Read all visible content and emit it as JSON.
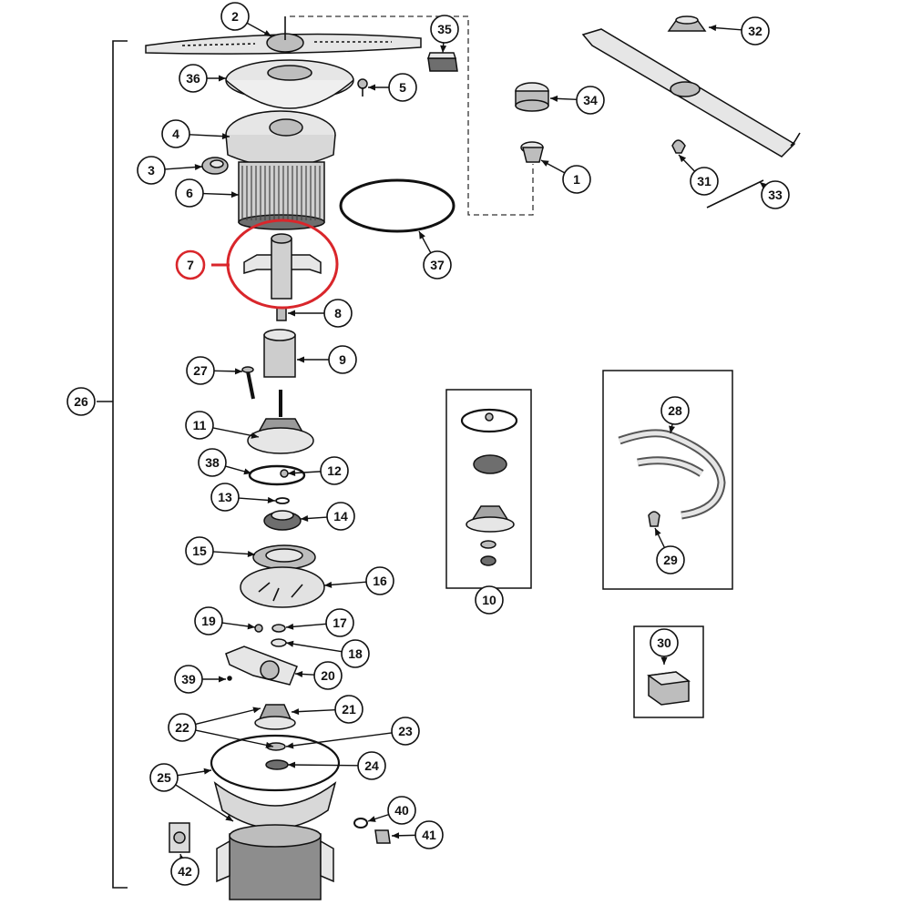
{
  "diagram": {
    "highlight_color": "#d9262b",
    "line_color": "#111111",
    "callouts": [
      {
        "id": "c1",
        "label": "1"
      },
      {
        "id": "c2",
        "label": "2"
      },
      {
        "id": "c3",
        "label": "3"
      },
      {
        "id": "c4",
        "label": "4"
      },
      {
        "id": "c5",
        "label": "5"
      },
      {
        "id": "c6",
        "label": "6"
      },
      {
        "id": "c7",
        "label": "7",
        "highlighted": true
      },
      {
        "id": "c8",
        "label": "8"
      },
      {
        "id": "c9",
        "label": "9"
      },
      {
        "id": "c10",
        "label": "10"
      },
      {
        "id": "c11",
        "label": "11"
      },
      {
        "id": "c12",
        "label": "12"
      },
      {
        "id": "c13",
        "label": "13"
      },
      {
        "id": "c14",
        "label": "14"
      },
      {
        "id": "c15",
        "label": "15"
      },
      {
        "id": "c16",
        "label": "16"
      },
      {
        "id": "c17",
        "label": "17"
      },
      {
        "id": "c18",
        "label": "18"
      },
      {
        "id": "c19",
        "label": "19"
      },
      {
        "id": "c20",
        "label": "20"
      },
      {
        "id": "c21",
        "label": "21"
      },
      {
        "id": "c22",
        "label": "22"
      },
      {
        "id": "c23",
        "label": "23"
      },
      {
        "id": "c24",
        "label": "24"
      },
      {
        "id": "c25",
        "label": "25"
      },
      {
        "id": "c26",
        "label": "26"
      },
      {
        "id": "c27",
        "label": "27"
      },
      {
        "id": "c28",
        "label": "28"
      },
      {
        "id": "c29",
        "label": "29"
      },
      {
        "id": "c30",
        "label": "30"
      },
      {
        "id": "c31",
        "label": "31"
      },
      {
        "id": "c32",
        "label": "32"
      },
      {
        "id": "c33",
        "label": "33"
      },
      {
        "id": "c34",
        "label": "34"
      },
      {
        "id": "c35",
        "label": "35"
      },
      {
        "id": "c36",
        "label": "36"
      },
      {
        "id": "c37",
        "label": "37"
      },
      {
        "id": "c38",
        "label": "38"
      },
      {
        "id": "c39",
        "label": "39"
      },
      {
        "id": "c40",
        "label": "40"
      },
      {
        "id": "c41",
        "label": "41"
      },
      {
        "id": "c42",
        "label": "42"
      }
    ]
  }
}
